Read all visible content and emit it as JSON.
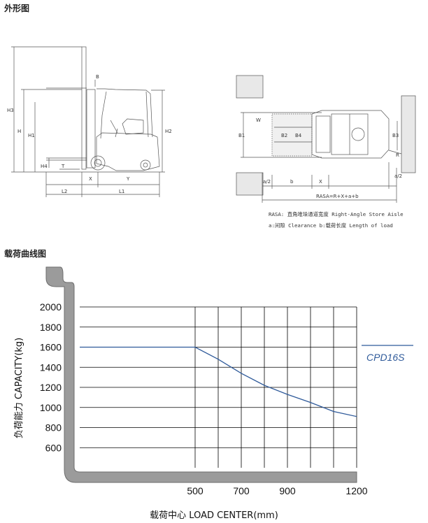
{
  "sections": {
    "outline_title": "外形图",
    "load_chart_title": "载荷曲线图"
  },
  "drawing": {
    "side_dims": {
      "h3": "H3",
      "h": "H",
      "h1": "H1",
      "h2": "H2",
      "h4": "H4",
      "b": "B",
      "t": "T",
      "x": "X",
      "y": "Y",
      "l1": "L1",
      "l2": "L2"
    },
    "top_dims": {
      "b1": "B1",
      "b2": "B2",
      "b4": "B4",
      "b3": "B3",
      "w": "W",
      "r": "R",
      "a2_left": "a/2",
      "a2_right": "a/2",
      "b": "b",
      "x": "X",
      "rasa": "RASA=R+X+a+b"
    },
    "notes": {
      "line1": "RASA: 直角堆垛通道宽度 Right-Angle Store Aisle",
      "line2": "a:间隙 Clearance    b:载荷长度 Length of load"
    }
  },
  "chart_data": {
    "type": "line",
    "title": "",
    "xlabel": "载荷中心  LOAD CENTER(mm)",
    "ylabel": "负荷能力  CAPACITY(kg)",
    "x_ticks": [
      500,
      700,
      900,
      1200
    ],
    "y_ticks": [
      2000,
      1800,
      1600,
      1400,
      1200,
      1000,
      800,
      600
    ],
    "xlim": [
      0,
      1200
    ],
    "ylim": [
      400,
      2000
    ],
    "grid": true,
    "legend_position": "right",
    "series": [
      {
        "name": "CPD16S",
        "color": "#2f5a9a",
        "x": [
          0,
          500,
          600,
          700,
          800,
          900,
          1000,
          1100,
          1200
        ],
        "y": [
          1600,
          1600,
          1480,
          1340,
          1220,
          1130,
          1050,
          960,
          910
        ]
      }
    ]
  }
}
